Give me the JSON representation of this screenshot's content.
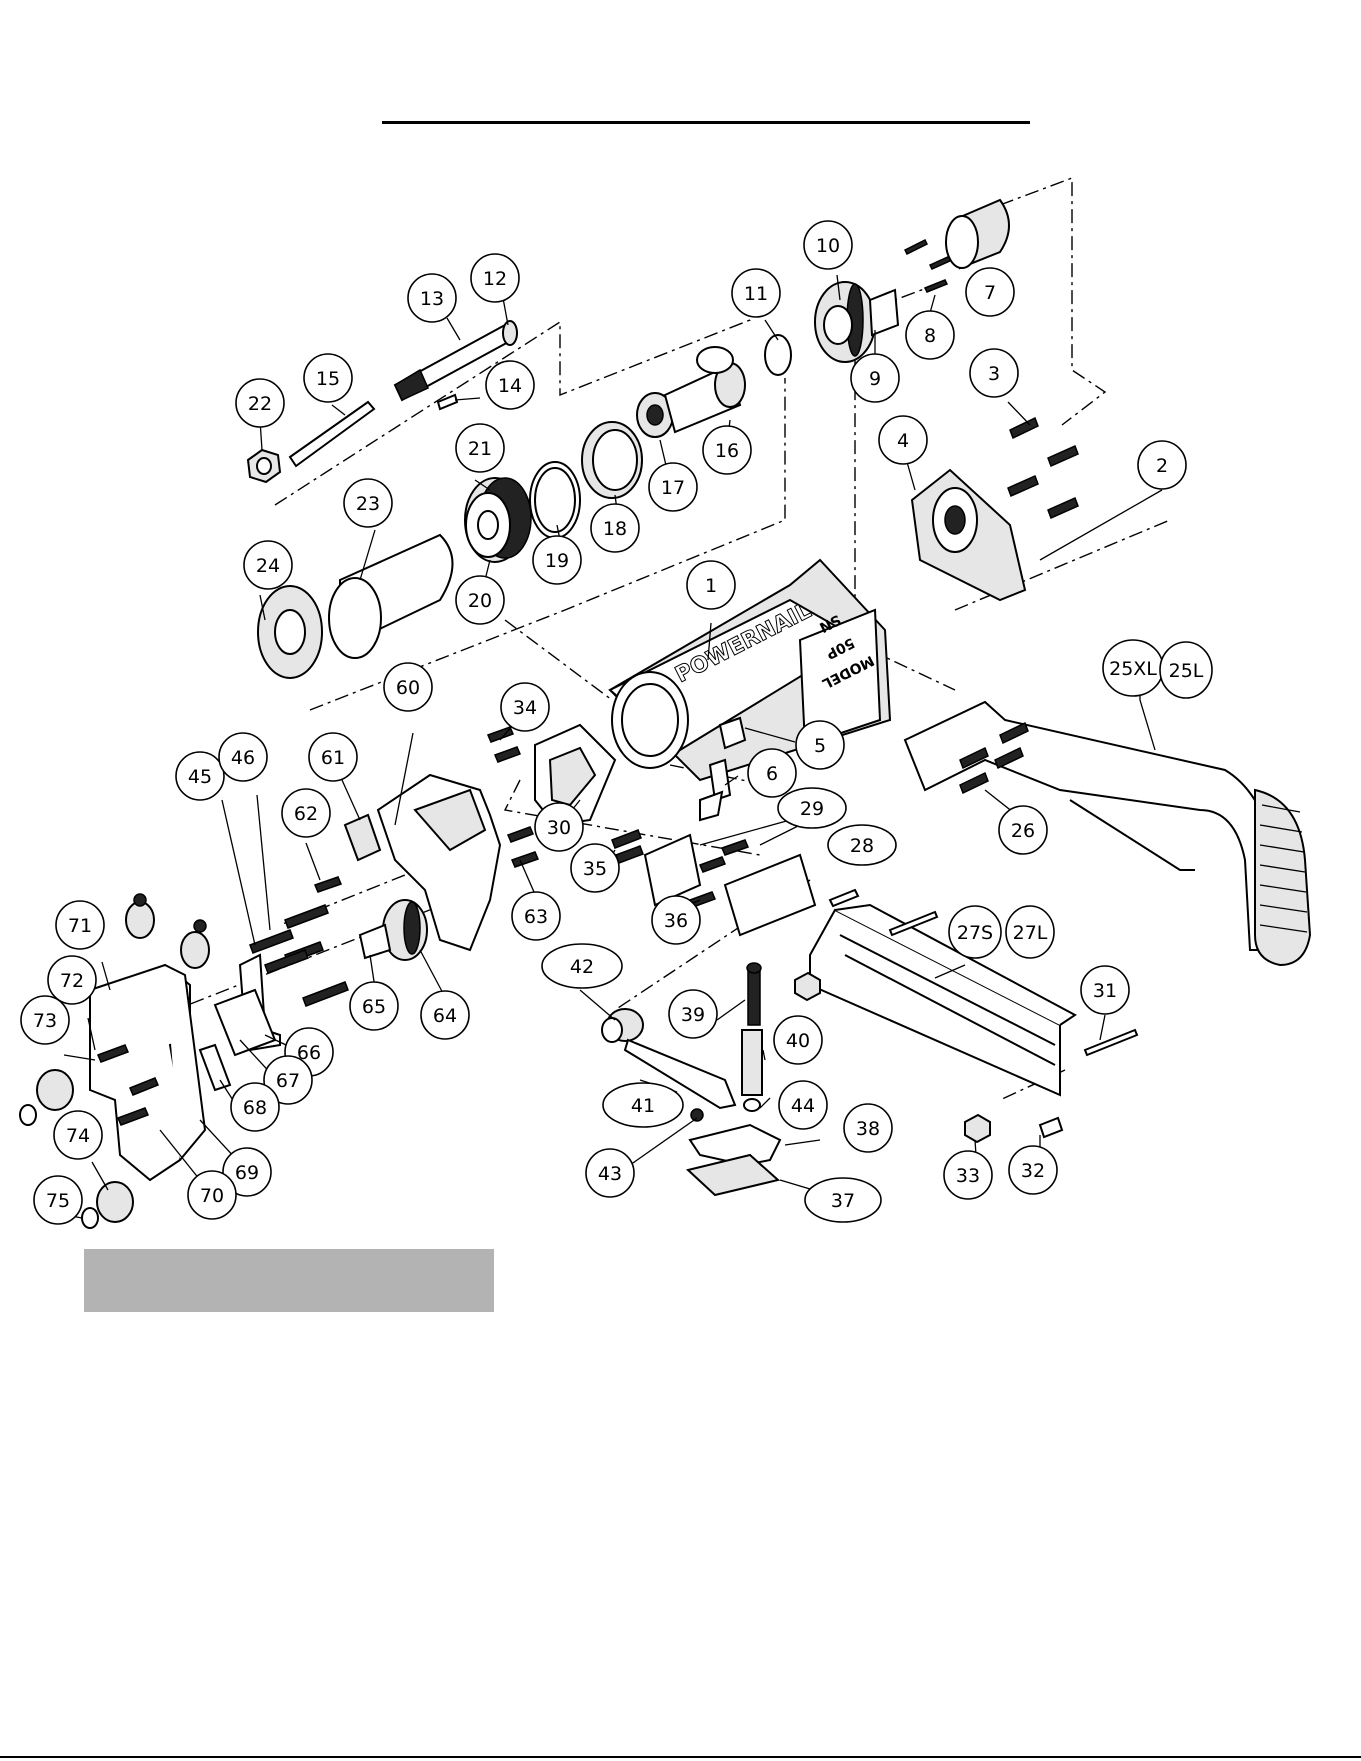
{
  "diagram": {
    "brand_text": "POWERNAIL",
    "model_label": "MODEL",
    "model_number": "50P",
    "model_suffix": "SN",
    "callouts": [
      {
        "id": "1",
        "label": "1"
      },
      {
        "id": "2",
        "label": "2"
      },
      {
        "id": "3",
        "label": "3"
      },
      {
        "id": "4",
        "label": "4"
      },
      {
        "id": "5",
        "label": "5"
      },
      {
        "id": "6",
        "label": "6"
      },
      {
        "id": "7",
        "label": "7"
      },
      {
        "id": "8",
        "label": "8"
      },
      {
        "id": "9",
        "label": "9"
      },
      {
        "id": "10",
        "label": "10"
      },
      {
        "id": "11",
        "label": "11"
      },
      {
        "id": "12",
        "label": "12"
      },
      {
        "id": "13",
        "label": "13"
      },
      {
        "id": "14",
        "label": "14"
      },
      {
        "id": "15",
        "label": "15"
      },
      {
        "id": "16",
        "label": "16"
      },
      {
        "id": "17",
        "label": "17"
      },
      {
        "id": "18",
        "label": "18"
      },
      {
        "id": "19",
        "label": "19"
      },
      {
        "id": "20",
        "label": "20"
      },
      {
        "id": "21",
        "label": "21"
      },
      {
        "id": "22",
        "label": "22"
      },
      {
        "id": "23",
        "label": "23"
      },
      {
        "id": "24",
        "label": "24"
      },
      {
        "id": "25XL",
        "label": "25XL"
      },
      {
        "id": "25L",
        "label": "25L"
      },
      {
        "id": "26",
        "label": "26"
      },
      {
        "id": "27S",
        "label": "27S"
      },
      {
        "id": "27L",
        "label": "27L"
      },
      {
        "id": "28",
        "label": "28"
      },
      {
        "id": "29",
        "label": "29"
      },
      {
        "id": "30",
        "label": "30"
      },
      {
        "id": "31",
        "label": "31"
      },
      {
        "id": "32",
        "label": "32"
      },
      {
        "id": "33",
        "label": "33"
      },
      {
        "id": "34",
        "label": "34"
      },
      {
        "id": "35",
        "label": "35"
      },
      {
        "id": "36",
        "label": "36"
      },
      {
        "id": "37",
        "label": "37"
      },
      {
        "id": "38",
        "label": "38"
      },
      {
        "id": "39",
        "label": "39"
      },
      {
        "id": "40",
        "label": "40"
      },
      {
        "id": "41",
        "label": "41"
      },
      {
        "id": "42",
        "label": "42"
      },
      {
        "id": "43",
        "label": "43"
      },
      {
        "id": "44",
        "label": "44"
      },
      {
        "id": "45",
        "label": "45"
      },
      {
        "id": "46",
        "label": "46"
      },
      {
        "id": "60",
        "label": "60"
      },
      {
        "id": "61",
        "label": "61"
      },
      {
        "id": "62",
        "label": "62"
      },
      {
        "id": "63",
        "label": "63"
      },
      {
        "id": "64",
        "label": "64"
      },
      {
        "id": "65",
        "label": "65"
      },
      {
        "id": "66",
        "label": "66"
      },
      {
        "id": "67",
        "label": "67"
      },
      {
        "id": "68",
        "label": "68"
      },
      {
        "id": "69",
        "label": "69"
      },
      {
        "id": "70",
        "label": "70"
      },
      {
        "id": "71",
        "label": "71"
      },
      {
        "id": "72",
        "label": "72"
      },
      {
        "id": "73",
        "label": "73"
      },
      {
        "id": "74",
        "label": "74"
      },
      {
        "id": "75",
        "label": "75"
      }
    ]
  }
}
